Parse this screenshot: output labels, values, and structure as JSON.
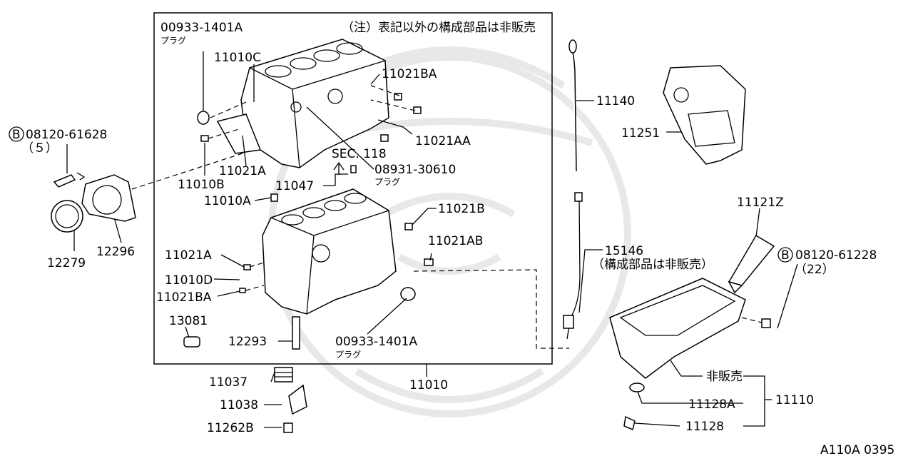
{
  "labels": {
    "box_plug_top": "00933-1401A",
    "box_plug_top_sub": "プラグ",
    "note": "（注）表記以外の構成部品は非販売",
    "l11010C": "11010C",
    "l11021BA_top": "11021BA",
    "l11021AA": "11021AA",
    "l11010B": "11010B",
    "l11021A_upper": "11021A",
    "sec118": "SEC. 118",
    "l08931": "08931-30610",
    "l08931_sub": "プラグ",
    "l11047": "11047",
    "l11010A": "11010A",
    "l11021B": "11021B",
    "l11021AB": "11021AB",
    "l11021A_lower": "11021A",
    "l11010D": "11010D",
    "l11021BA_lower": "11021BA",
    "l13081": "13081",
    "l12293": "12293",
    "plug_bottom": "00933-1401A",
    "plug_bottom_sub": "プラグ",
    "l11010": "11010",
    "l11037": "11037",
    "l11038": "11038",
    "l11262B": "11262B",
    "bolt_left_mark": "B",
    "bolt_left": "08120-61628",
    "bolt_left_qty": "（５）",
    "l12279": "12279",
    "l12296": "12296",
    "l11140": "11140",
    "l11251": "11251",
    "l11121Z": "11121Z",
    "l15146": "15146",
    "l15146_sub": "（構成部品は非販売）",
    "bolt_right_mark": "B",
    "bolt_right": "08120-61228",
    "bolt_right_qty": "（22）",
    "not_sold": "非販売",
    "l11128A": "11128A",
    "l11110": "11110",
    "l11128": "11128",
    "figure_code": "A110A 0395"
  },
  "colors": {
    "ink": "#000000",
    "watermark": "#e8e8e8",
    "background": "#ffffff"
  }
}
